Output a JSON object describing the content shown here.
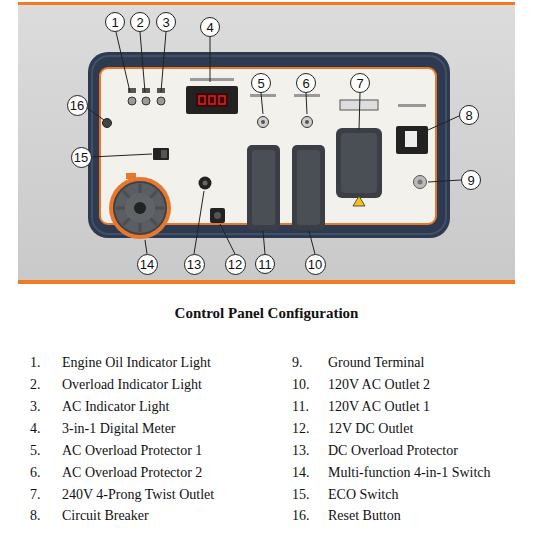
{
  "diagram": {
    "title": "Control Panel Configuration",
    "nodes": [
      {
        "text": [
          "1"
        ]
      },
      {
        "text": [
          "2"
        ]
      },
      {
        "text": [
          "3"
        ]
      },
      {
        "text": [
          "4"
        ]
      },
      {
        "text": [
          "5"
        ]
      },
      {
        "text": [
          "6"
        ]
      },
      {
        "text": [
          "7"
        ]
      },
      {
        "text": [
          "8"
        ]
      },
      {
        "text": [
          "9"
        ]
      },
      {
        "text": [
          "10"
        ]
      },
      {
        "text": [
          "11"
        ]
      },
      {
        "text": [
          "12"
        ]
      },
      {
        "text": [
          "13"
        ]
      },
      {
        "text": [
          "14"
        ]
      },
      {
        "text": [
          "15"
        ]
      },
      {
        "text": [
          "16"
        ]
      }
    ],
    "labels": [
      "1.",
      "Engine Oil Indicator Light",
      "9.",
      "Ground Terminal",
      "2.",
      "Overload Indicator Light",
      "10.",
      "120V AC Outlet 2",
      "3.",
      "AC Indicator Light",
      "11.",
      "120V AC Outlet 1",
      "4.",
      "3-in-1 Digital Meter",
      "12.",
      "12V DC Outlet",
      "5.",
      "AC Overload Protector 1",
      "13.",
      "DC Overload Protector",
      "6.",
      "AC Overload Protector 2",
      "14.",
      "Multi-function 4-in-1 Switch",
      "7.",
      "240V 4-Prong Twist Outlet",
      "15.",
      "ECO Switch",
      "8.",
      "Circuit Breaker",
      "16.",
      "Reset Button"
    ]
  }
}
